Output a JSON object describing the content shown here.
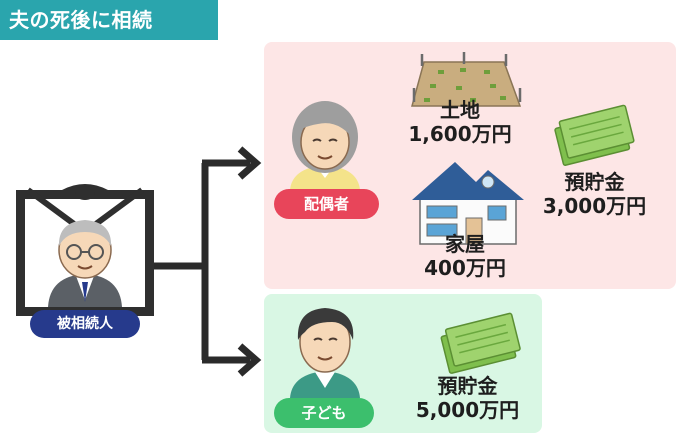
{
  "title": "夫の死後に相続",
  "deceased": {
    "label": "被相続人"
  },
  "spouse": {
    "label": "配偶者",
    "assets": [
      {
        "name": "土地",
        "amount": "1,600万円",
        "icon": "land-icon"
      },
      {
        "name": "家屋",
        "amount": "400万円",
        "icon": "house-icon"
      },
      {
        "name": "預貯金",
        "amount": "3,000万円",
        "icon": "money-icon"
      }
    ]
  },
  "child": {
    "label": "子ども",
    "assets": [
      {
        "name": "預貯金",
        "amount": "5,000万円",
        "icon": "money-icon"
      }
    ]
  },
  "colors": {
    "title_bg": "#2aa5ad",
    "spouse_bg": "#fde6e6",
    "child_bg": "#d9f7e4",
    "spouse_pill": "#e8455a",
    "child_pill": "#3cbf6d",
    "deceased_pill": "#263a8c"
  }
}
